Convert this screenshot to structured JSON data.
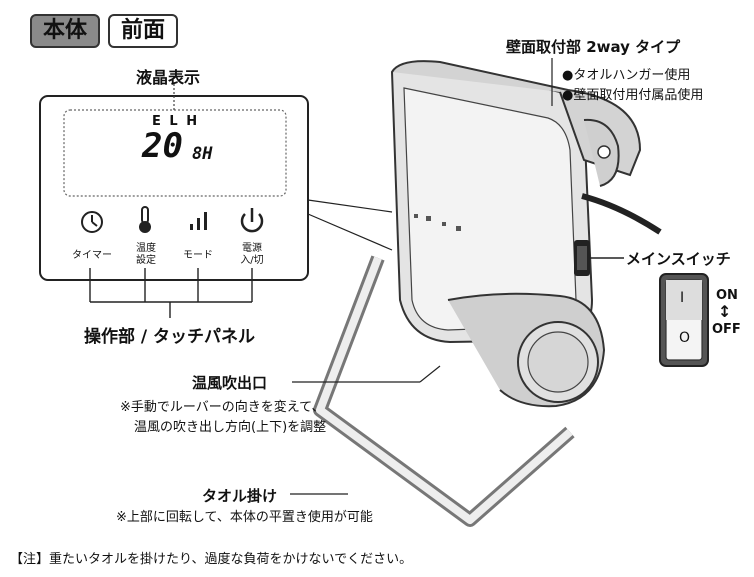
{
  "tags": {
    "body": "本体",
    "front": "前面"
  },
  "lcd": {
    "title": "液晶表示",
    "modes": "E L H",
    "number": "20",
    "unit": "8H"
  },
  "touch_buttons": [
    {
      "label": "タイマー",
      "icon": "timer-icon"
    },
    {
      "label": "温度\n設定",
      "icon": "thermometer-icon"
    },
    {
      "label": "モード",
      "icon": "signal-bars-icon"
    },
    {
      "label": "電源\n入/切",
      "icon": "power-icon"
    }
  ],
  "touch_panel_label": "操作部 / タッチパネル",
  "mount": {
    "title": "壁面取付部 2way タイプ",
    "items": [
      "●タオルハンガー使用",
      "●壁面取付用付属品使用"
    ]
  },
  "main_switch": {
    "label": "メインスイッチ",
    "on": "ON",
    "off": "OFF",
    "mark_on": "I",
    "mark_off": "O"
  },
  "outlet": {
    "title": "温風吹出口",
    "note1": "※手動でルーバーの向きを変えて、",
    "note2": "温風の吹き出し方向(上下)を調整"
  },
  "towel": {
    "title": "タオル掛け",
    "note": "※上部に回転して、本体の平置き使用が可能"
  },
  "warning": "【注】重たいタオルを掛けたり、過度な負荷をかけないでください。"
}
